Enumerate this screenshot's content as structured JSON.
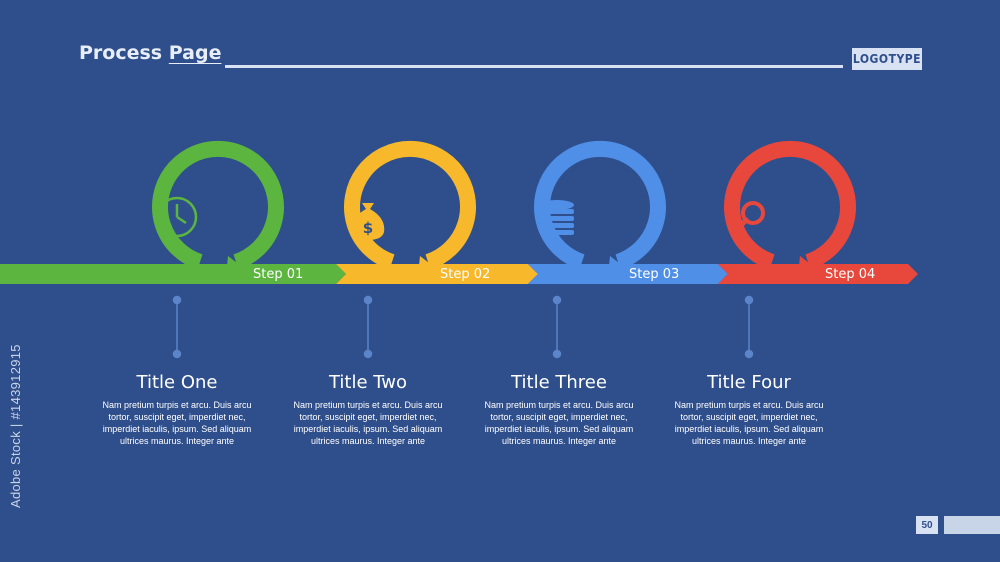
{
  "header": {
    "title_part1": "Process",
    "title_part2": "Page",
    "logo": "LOGOTYPE"
  },
  "side_watermark": "Adobe Stock | #143912915",
  "steps": [
    {
      "label": "Step 01",
      "title": "Title One",
      "color": "#5bb53f",
      "icon": "clock-icon",
      "text": "Nam pretium turpis et arcu. Duis arcu tortor, suscipit eget, imperdiet nec, imperdiet iaculis, ipsum. Sed aliquam ultrices maurus. Integer ante"
    },
    {
      "label": "Step 02",
      "title": "Title Two",
      "color": "#f7b92b",
      "icon": "money-bag-icon",
      "text": "Nam pretium turpis et arcu. Duis arcu tortor, suscipit eget, imperdiet nec, imperdiet iaculis, ipsum. Sed aliquam ultrices maurus. Integer ante"
    },
    {
      "label": "Step 03",
      "title": "Title Three",
      "color": "#4f8fe8",
      "icon": "coin-stack-icon",
      "text": "Nam pretium turpis et arcu. Duis arcu tortor, suscipit eget, imperdiet nec, imperdiet iaculis, ipsum. Sed aliquam ultrices maurus. Integer ante"
    },
    {
      "label": "Step 04",
      "title": "Title Four",
      "color": "#e8473c",
      "icon": "magnifier-icon",
      "text": "Nam pretium turpis et arcu. Duis arcu tortor, suscipit eget, imperdiet nec, imperdiet iaculis, ipsum. Sed aliquam ultrices maurus. Integer ante"
    }
  ],
  "page_number": "50"
}
